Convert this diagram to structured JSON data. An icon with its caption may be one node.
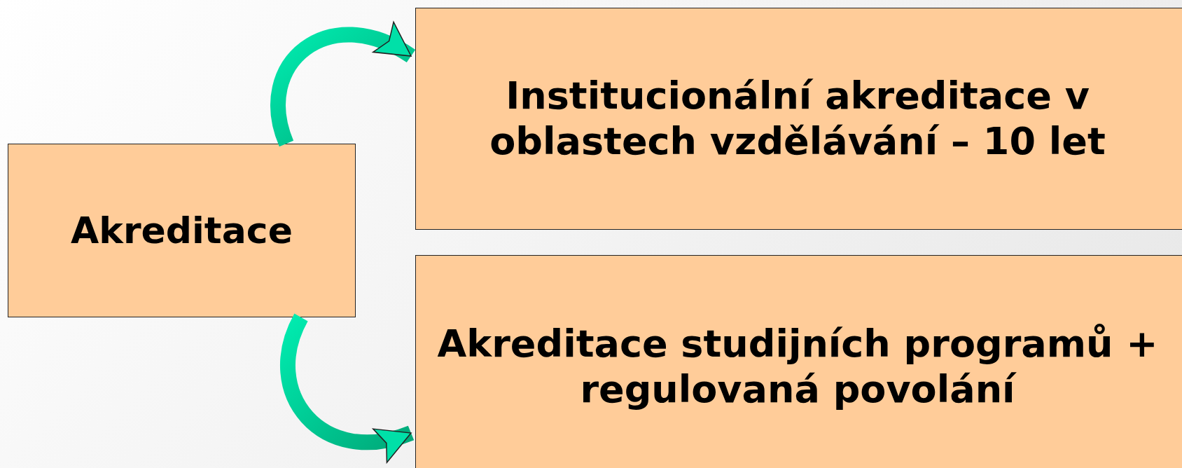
{
  "diagram": {
    "nodes": [
      {
        "text": [
          "Akreditace"
        ]
      },
      {
        "text": [
          "Institucionální akreditace v oblastech vzdělávání – 10 let"
        ]
      },
      {
        "text": [
          "Akreditace studijních programů + regulovaná povolání"
        ]
      }
    ],
    "edges": [
      {
        "from": 0,
        "to": 1,
        "arrow": "to"
      },
      {
        "from": 0,
        "to": 2,
        "arrow": "to"
      }
    ]
  }
}
